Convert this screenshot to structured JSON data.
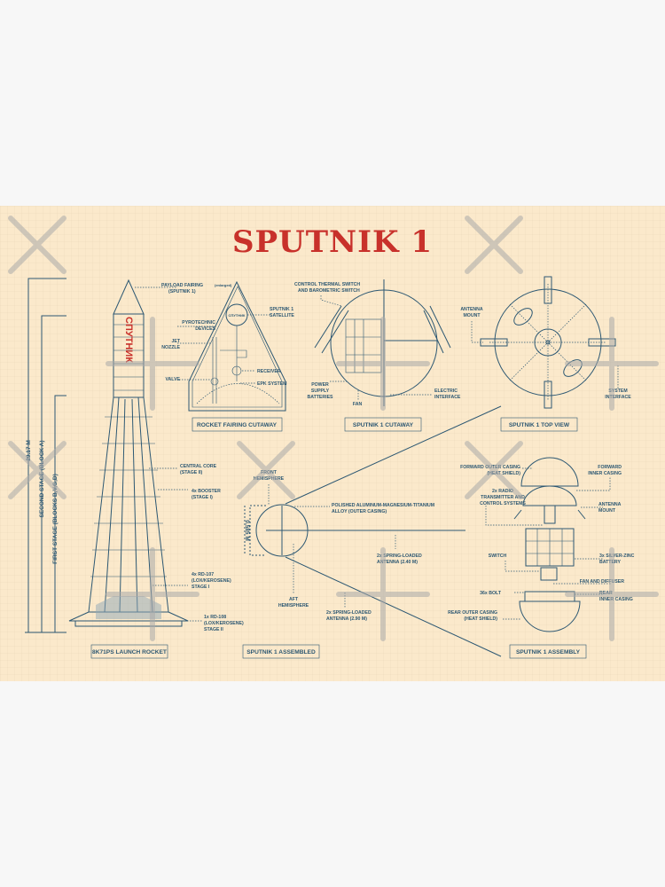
{
  "title": "SPUTNIK 1",
  "rocket_cyrillic": "СПУТНИК",
  "colors": {
    "paper": "#fbe9cb",
    "ink": "#2d5873",
    "title": "#c8312b",
    "page": "#f7f7f7"
  },
  "dimensions": {
    "total": "29.17 M",
    "second_stage": "SECOND STAGE (BLOCK A)",
    "first_stage": "FIRST STAGE (BLOCKS B,V,G,D)",
    "sphere": "0.585 M"
  },
  "rocket": {
    "box": "8K71PS LAUNCH ROCKET",
    "payload": [
      "PAYLOAD FAIRING",
      "(SPUTNIK 1)"
    ],
    "central": [
      "CENTRAL CORE",
      "(STAGE II)"
    ],
    "booster": [
      "4x BOOSTER",
      "(STAGE I)"
    ],
    "rd107": [
      "4x RD-107",
      "(LOX/KEROSENE)",
      "STAGE I"
    ],
    "rd108": [
      "1x RD-108",
      "(LOX/KEROSENE)",
      "STAGE II"
    ]
  },
  "fairing": {
    "box": "ROCKET FAIRING CUTAWAY",
    "enlarged": "(enlarged)",
    "satellite": [
      "SPUTNIK 1",
      "SATELLITE"
    ],
    "pyro": [
      "PYROTECHNIC",
      "DEVICES"
    ],
    "jet": [
      "JET",
      "NOZZLE"
    ],
    "valve": "VALVE",
    "receiver": "RECEIVER",
    "epk": "EPK SYSTEM",
    "inner_label": "СПУТНИК"
  },
  "cutaway": {
    "box": "SPUTNIK 1 CUTAWAY",
    "switch": [
      "CONTROL THERMAL SWITCH",
      "AND BAROMETRIC SWITCH"
    ],
    "power": [
      "POWER",
      "SUPPLY",
      "BATTERIES"
    ],
    "fan": "FAN",
    "electric": [
      "ELECTRIC",
      "INTERFACE"
    ]
  },
  "topview": {
    "box": "SPUTNIK 1 TOP VIEW",
    "mount": [
      "ANTENNA",
      "MOUNT"
    ],
    "system": [
      "SYSTEM",
      "INTERFACE"
    ]
  },
  "assembled": {
    "box": "SPUTNIK 1 ASSEMBLED",
    "front": [
      "FRONT",
      "HEMISPHERE"
    ],
    "alloy": [
      "POLISHED ALUMINUM-MAGNESIUM-TITANIUM",
      "ALLOY (OUTER CASING)"
    ],
    "ant240": [
      "2x SPRING-LOADED",
      "ANTENNA (2.40 M)"
    ],
    "aft": [
      "AFT",
      "HEMISPHERE"
    ],
    "ant290": [
      "2x SPRING-LOADED",
      "ANTENNA (2.90 M)"
    ]
  },
  "assembly": {
    "box": "SPUTNIK 1 ASSEMBLY",
    "fwd_outer": [
      "FORWARD OUTER CASING",
      "(HEAT SHIELD)"
    ],
    "fwd_inner": [
      "FORWARD",
      "INNER CASING"
    ],
    "radio": [
      "2x RADIO",
      "TRANSMITTER AND",
      "CONTROL SYSTEMS"
    ],
    "mount": [
      "ANTENNA",
      "MOUNT"
    ],
    "switch": "SWITCH",
    "battery": [
      "3x SILVER-ZINC",
      "BATTERY"
    ],
    "fan": "FAN AND DIFFUSER",
    "bolt": "36x BOLT",
    "rear_inner": [
      "REAR",
      "INNER CASING"
    ],
    "rear_outer": [
      "REAR OUTER CASING",
      "(HEAT SHIELD)"
    ]
  }
}
